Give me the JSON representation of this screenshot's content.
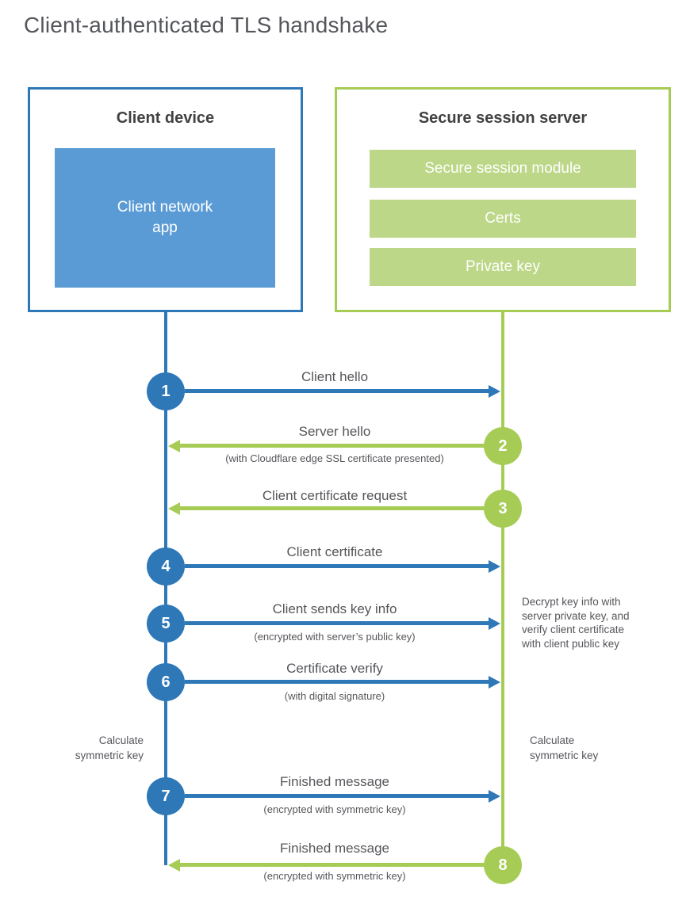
{
  "title": "Client-authenticated TLS handshake",
  "colors": {
    "client_accent": "#2E78B8",
    "client_fill": "#5B9BD5",
    "server_accent": "#A6CC55",
    "server_fill": "#BCD787",
    "heading_text": "#414042",
    "label_text": "#55565A"
  },
  "client": {
    "title": "Client device",
    "app": "Client network\napp"
  },
  "server": {
    "title": "Secure session server",
    "modules": [
      "Secure session module",
      "Certs",
      "Private key"
    ]
  },
  "steps": [
    {
      "num": "1",
      "direction": "client-to-server",
      "label": "Client hello",
      "sublabel": ""
    },
    {
      "num": "2",
      "direction": "server-to-client",
      "label": "Server hello",
      "sublabel": "(with Cloudflare edge SSL certificate presented)"
    },
    {
      "num": "3",
      "direction": "server-to-client",
      "label": "Client certificate request",
      "sublabel": ""
    },
    {
      "num": "4",
      "direction": "client-to-server",
      "label": "Client certificate",
      "sublabel": ""
    },
    {
      "num": "5",
      "direction": "client-to-server",
      "label": "Client sends key info",
      "sublabel": "(encrypted with server’s public key)"
    },
    {
      "num": "6",
      "direction": "client-to-server",
      "label": "Certificate verify",
      "sublabel": "(with digital signature)"
    },
    {
      "num": "7",
      "direction": "client-to-server",
      "label": "Finished message",
      "sublabel": "(encrypted with symmetric key)"
    },
    {
      "num": "8",
      "direction": "server-to-client",
      "label": "Finished message",
      "sublabel": "(encrypted with symmetric key)"
    }
  ],
  "annotations": {
    "decrypt_note": "Decrypt key info with\nserver private key, and\nverify client certificate\nwith client public key",
    "client_calculate": "Calculate\nsymmetric key",
    "server_calculate": "Calculate\nsymmetric key"
  }
}
